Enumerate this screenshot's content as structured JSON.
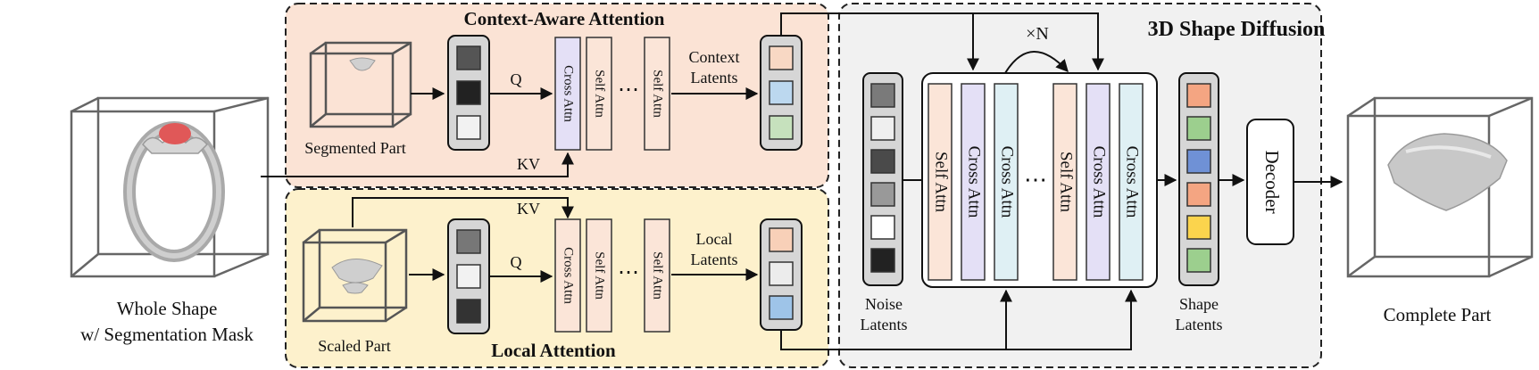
{
  "panels": {
    "context_title": "Context-Aware Attention",
    "local_title": "Local Attention",
    "diffusion_title": "3D Shape Diffusion"
  },
  "labels": {
    "whole_shape_line1": "Whole Shape",
    "whole_shape_line2": "w/ Segmentation Mask",
    "segmented_part": "Segmented Part",
    "scaled_part": "Scaled Part",
    "complete_part": "Complete Part",
    "noise_line1": "Noise",
    "noise_line2": "Latents",
    "shape_line1": "Shape",
    "shape_line2": "Latents",
    "context_line1": "Context",
    "context_line2": "Latents",
    "local_line1": "Local",
    "local_line2": "Latents",
    "q": "Q",
    "kv": "KV",
    "xn": "×N",
    "dots": "⋯"
  },
  "blocks": {
    "cross_attn": "Cross Attn",
    "self_attn": "Self Attn",
    "decoder": "Decoder"
  },
  "colors": {
    "context_bg": "#fbe3d5",
    "local_bg": "#fdf1cc",
    "diffusion_bg": "#f1f1f1",
    "self_attn_fill": "#fbe5d8",
    "cross_attn_fill": "#e4e0f6",
    "cross_attn_alt_fill": "#dff0f4",
    "red_mask": "#e05858"
  },
  "tokens": {
    "context_input": [
      "#555555",
      "#222222",
      "#f2f2f2"
    ],
    "local_input": [
      "#777777",
      "#f2f2f2",
      "#333333"
    ],
    "context_latents": [
      "#f8d8c4",
      "#bcd8ef",
      "#c6e1bd"
    ],
    "local_latents": [
      "#f8d0b8",
      "#ececec",
      "#9ec4e8"
    ],
    "noise_latents": [
      "#7a7a7a",
      "#efefef",
      "#4a4a4a",
      "#999999",
      "#ffffff",
      "#222222"
    ],
    "shape_latents": [
      "#f4a582",
      "#9ccf8e",
      "#6f91d6",
      "#f4a582",
      "#fbd44d",
      "#9ccf8e"
    ]
  }
}
